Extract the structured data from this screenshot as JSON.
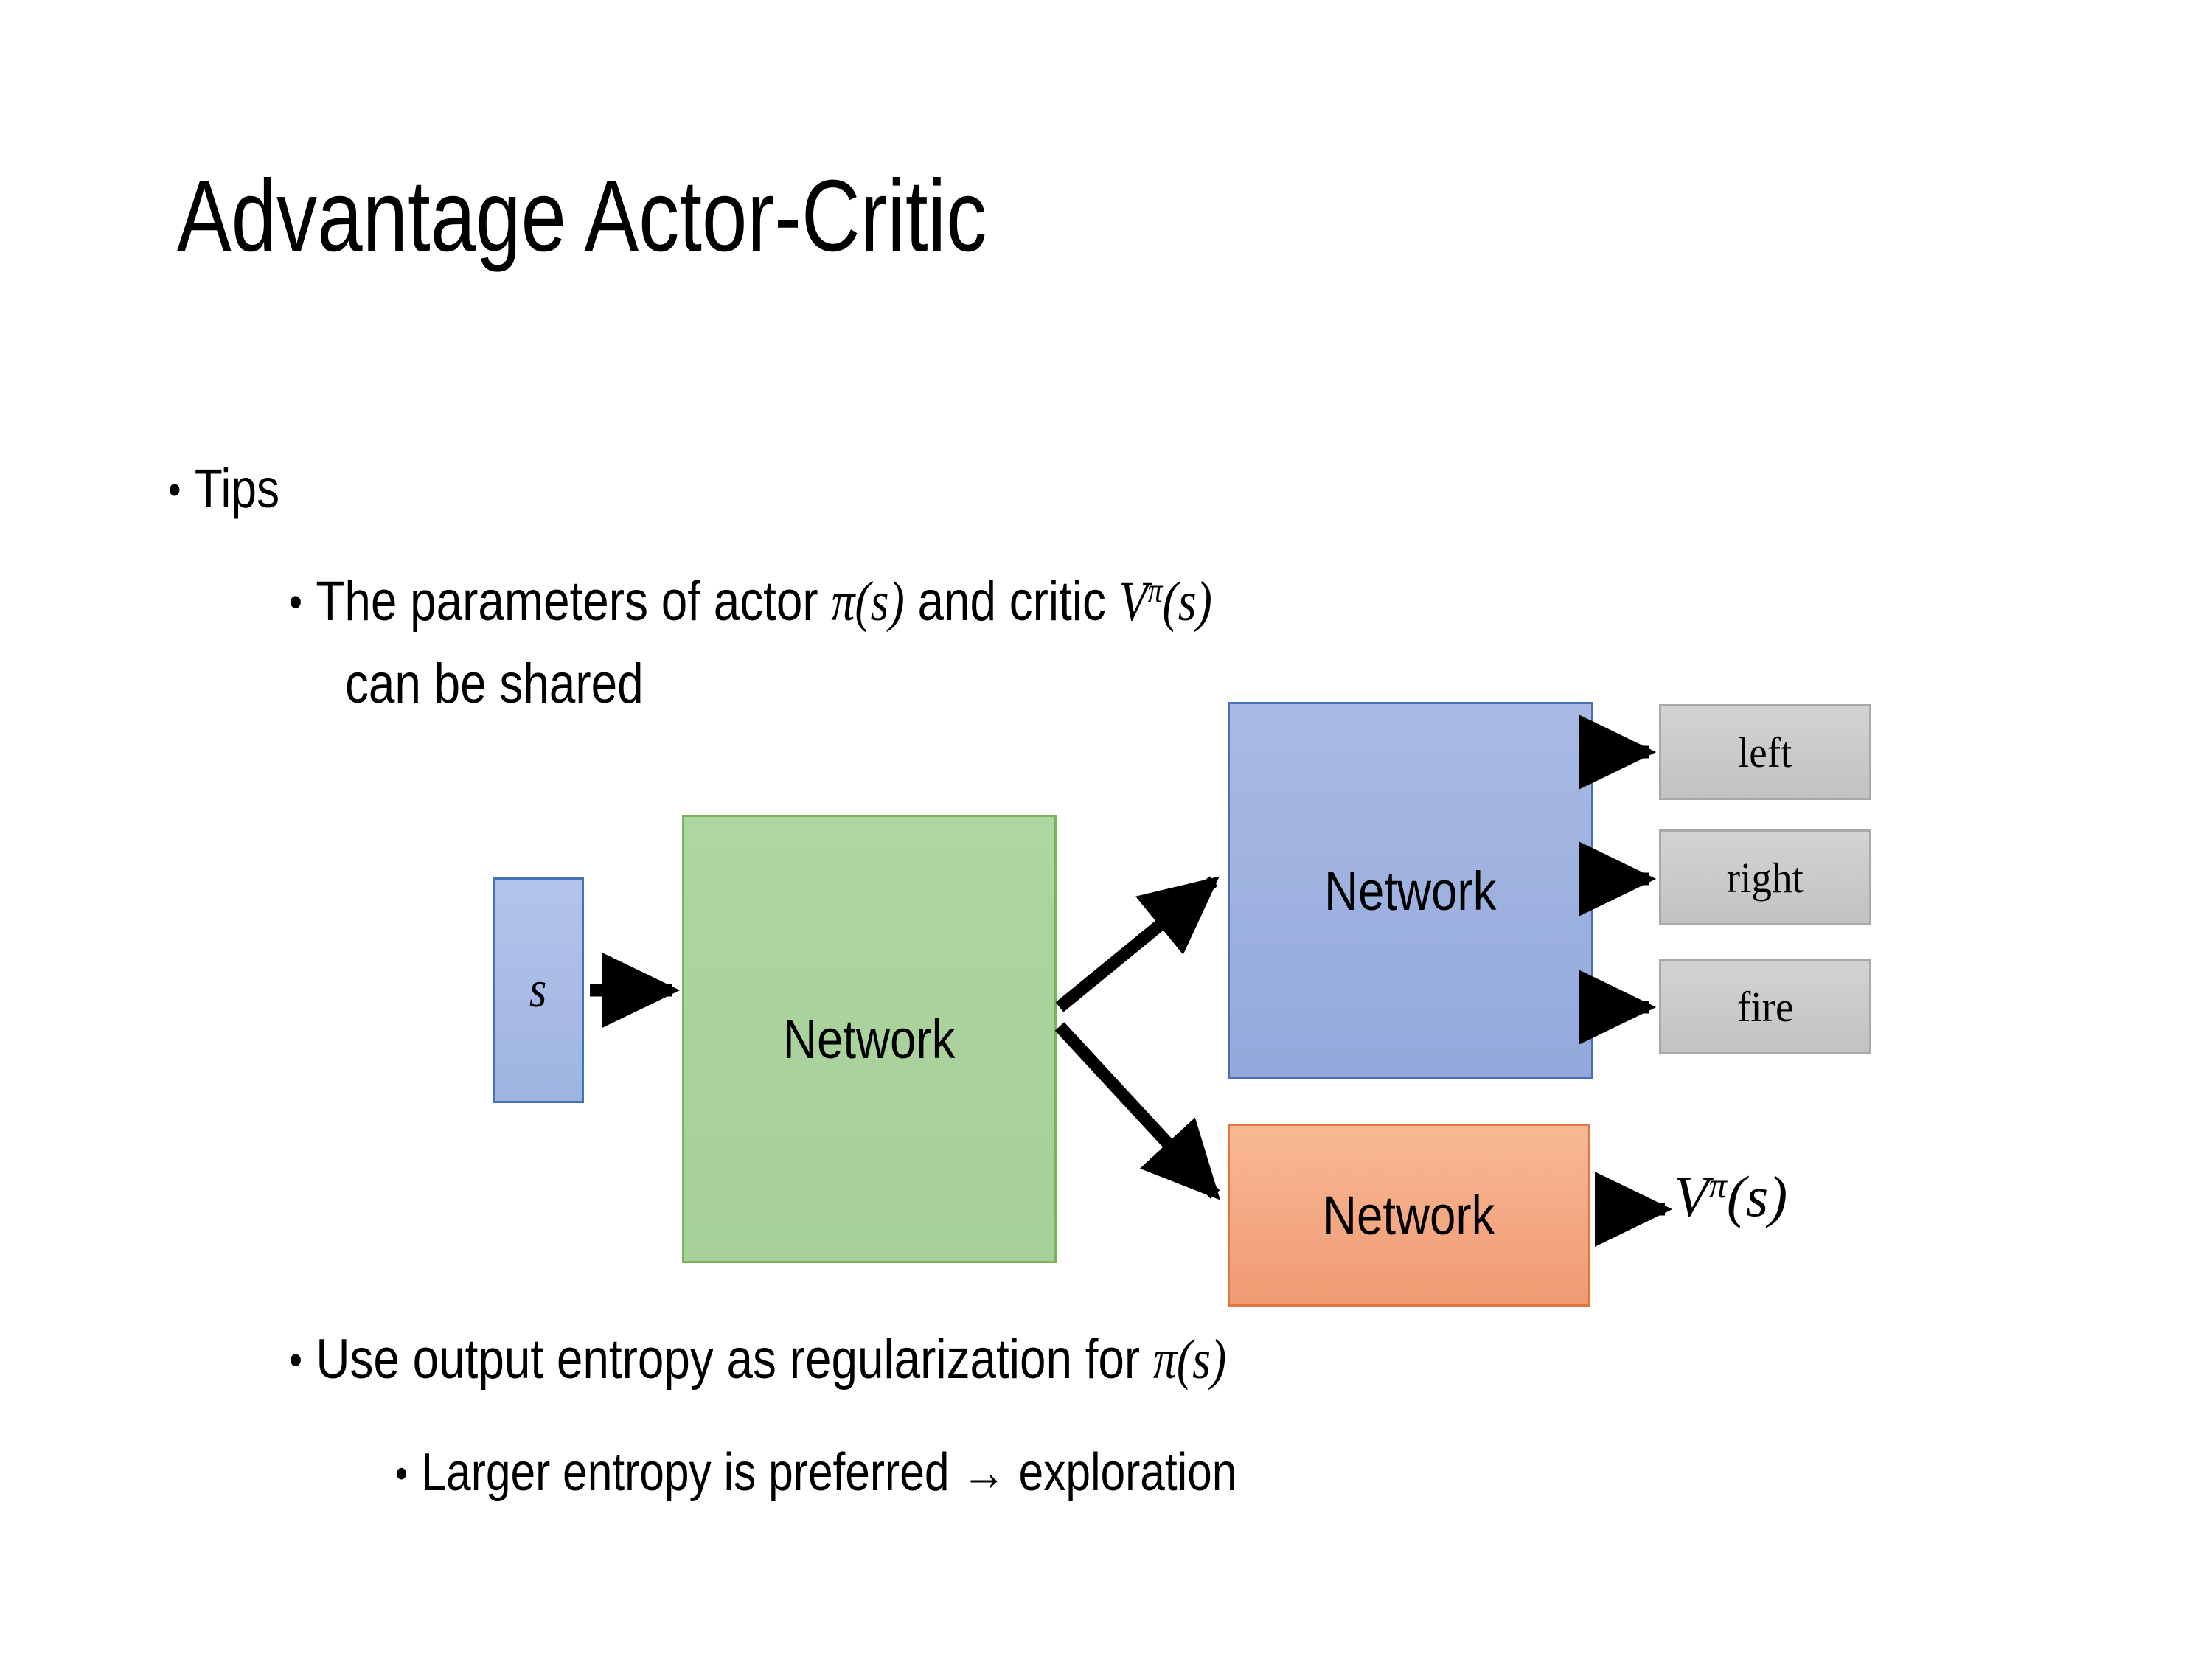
{
  "slide": {
    "title": "Advantage Actor-Critic",
    "background_color": "#ffffff"
  },
  "bullets": {
    "level1": {
      "text": "Tips"
    },
    "level2_a": {
      "line1_prefix": "The parameters of actor ",
      "math_actor": "π(s)",
      "line1_middle": "  and critic ",
      "math_critic_base": "V",
      "math_critic_sup": "π",
      "math_critic_arg": "(s)",
      "line2": "can be shared"
    },
    "level2_b": {
      "text_prefix": "Use output entropy as regularization for ",
      "math": "π(s)"
    },
    "level3": {
      "text": "Larger entropy is preferred → exploration"
    }
  },
  "diagram": {
    "state_node": {
      "label": "s",
      "color": "#9fb4e2"
    },
    "shared_network": {
      "label": "Network",
      "color": "#a6cf99"
    },
    "actor_network": {
      "label": "Network",
      "color": "#94a9dc"
    },
    "critic_network": {
      "label": "Network",
      "color": "#f09a73"
    },
    "action_outputs": [
      {
        "label": "left",
        "color": "#c6c8ca"
      },
      {
        "label": "right",
        "color": "#c6c8ca"
      },
      {
        "label": "fire",
        "color": "#c6c8ca"
      }
    ],
    "value_output": {
      "base": "V",
      "superscript": "π",
      "argument": "(s)"
    }
  },
  "colors": {
    "blue": "#9fb4e2",
    "green": "#a6cf99",
    "orange": "#f09a73",
    "gray": "#c6c8ca",
    "text": "#000000"
  }
}
